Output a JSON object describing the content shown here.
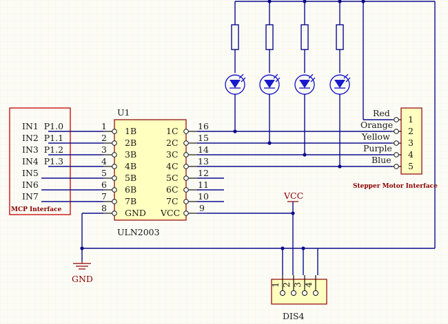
{
  "mcp": {
    "title": "MCP Interface",
    "inputs": [
      "IN1  P1.0",
      "IN2  P1.1",
      "IN3  P1.2",
      "IN4  P1.3",
      "IN5",
      "IN6",
      "IN7"
    ]
  },
  "uln": {
    "designator": "U1",
    "part": "ULN2003",
    "left_pins": [
      {
        "num": "1",
        "label": "1B"
      },
      {
        "num": "2",
        "label": "2B"
      },
      {
        "num": "3",
        "label": "3B"
      },
      {
        "num": "4",
        "label": "4B"
      },
      {
        "num": "5",
        "label": "5B"
      },
      {
        "num": "6",
        "label": "6B"
      },
      {
        "num": "7",
        "label": "7B"
      },
      {
        "num": "8",
        "label": "GND"
      }
    ],
    "right_pins": [
      {
        "num": "16",
        "label": "1C"
      },
      {
        "num": "15",
        "label": "2C"
      },
      {
        "num": "14",
        "label": "3C"
      },
      {
        "num": "13",
        "label": "4C"
      },
      {
        "num": "12",
        "label": "5C"
      },
      {
        "num": "11",
        "label": "6C"
      },
      {
        "num": "10",
        "label": "7C"
      },
      {
        "num": "9",
        "label": "VCC"
      }
    ]
  },
  "stepper": {
    "title": "Stepper Motor Interface",
    "wires": [
      "Red",
      "Orange",
      "Yellow",
      "Purple",
      "Blue"
    ],
    "pins": [
      "1",
      "2",
      "3",
      "4",
      "5"
    ]
  },
  "power": {
    "vcc": "VCC",
    "gnd": "GND"
  },
  "dis4": {
    "label": "DIS4",
    "pins": [
      "1",
      "2",
      "3",
      "4"
    ]
  },
  "colors": {
    "wire": "#0a0a8c",
    "component": "#8b0000",
    "led": "#1a1acc",
    "body": "#ffffc0",
    "background": "#fcfcf6"
  }
}
